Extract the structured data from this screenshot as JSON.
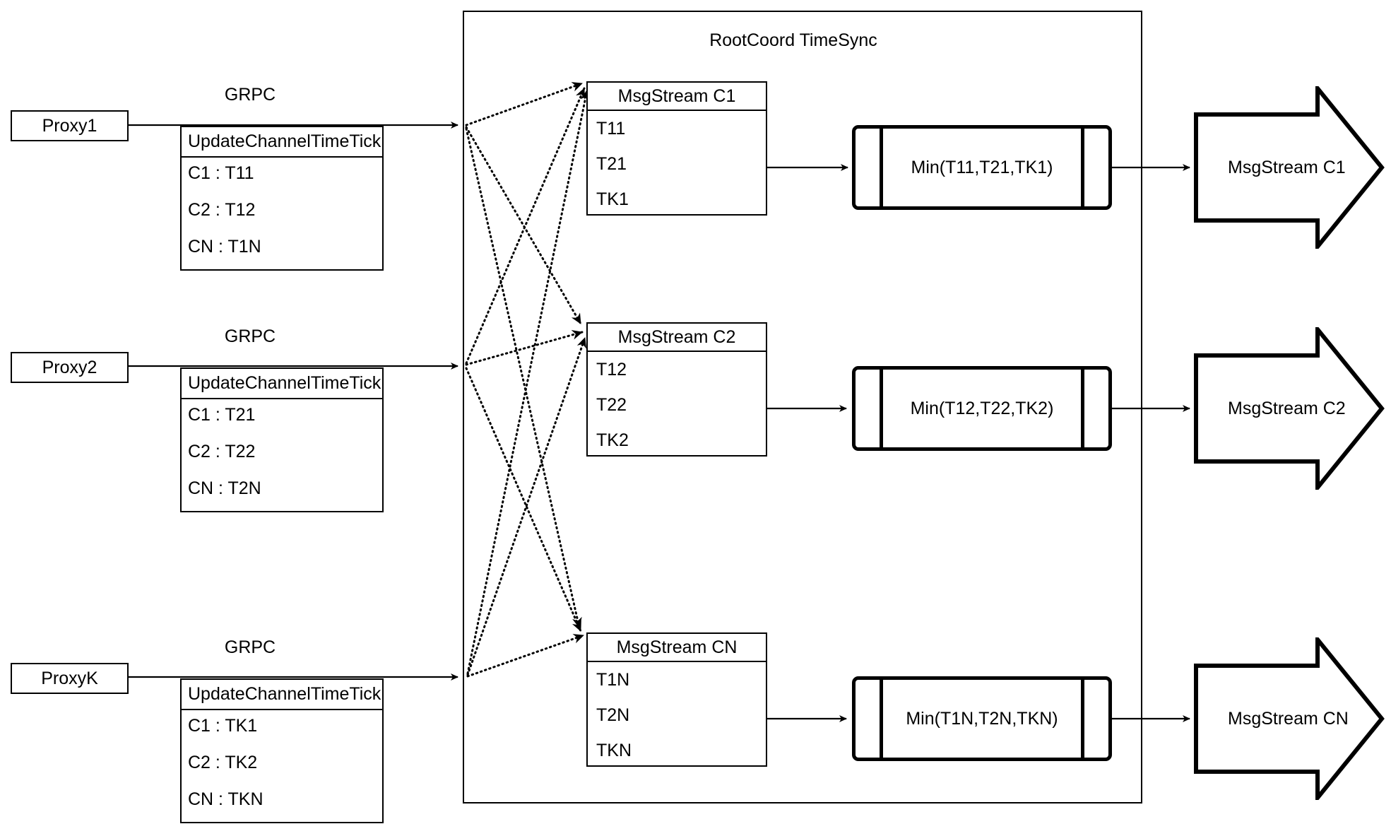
{
  "diagram": {
    "title": "RootCoord TimeSync",
    "proxies": [
      {
        "name": "Proxy1",
        "link_label": "GRPC",
        "request": {
          "title": "UpdateChannelTimeTick",
          "rows": [
            "C1 :  T11",
            "C2 :  T12",
            "CN : T1N"
          ]
        }
      },
      {
        "name": "Proxy2",
        "link_label": "GRPC",
        "request": {
          "title": "UpdateChannelTimeTick",
          "rows": [
            "C1 :  T21",
            "C2 :  T22",
            "CN : T2N"
          ]
        }
      },
      {
        "name": "ProxyK",
        "link_label": "GRPC",
        "request": {
          "title": "UpdateChannelTimeTick",
          "rows": [
            "C1 :  TK1",
            "C2 :  TK2",
            "CN : TKN"
          ]
        }
      }
    ],
    "channels": [
      {
        "stream": {
          "title": "MsgStream C1",
          "rows": [
            "T11",
            "T21",
            "TK1"
          ]
        },
        "min": "Min(T11,T21,TK1)",
        "output": "MsgStream C1"
      },
      {
        "stream": {
          "title": "MsgStream C2",
          "rows": [
            "T12",
            "T22",
            "TK2"
          ]
        },
        "min": "Min(T12,T22,TK2)",
        "output": "MsgStream C2"
      },
      {
        "stream": {
          "title": "MsgStream CN",
          "rows": [
            "T1N",
            "T2N",
            "TKN"
          ]
        },
        "min": "Min(T1N,T2N,TKN)",
        "output": "MsgStream CN"
      }
    ],
    "colors": {
      "stroke": "#000000",
      "background": "#ffffff"
    }
  }
}
